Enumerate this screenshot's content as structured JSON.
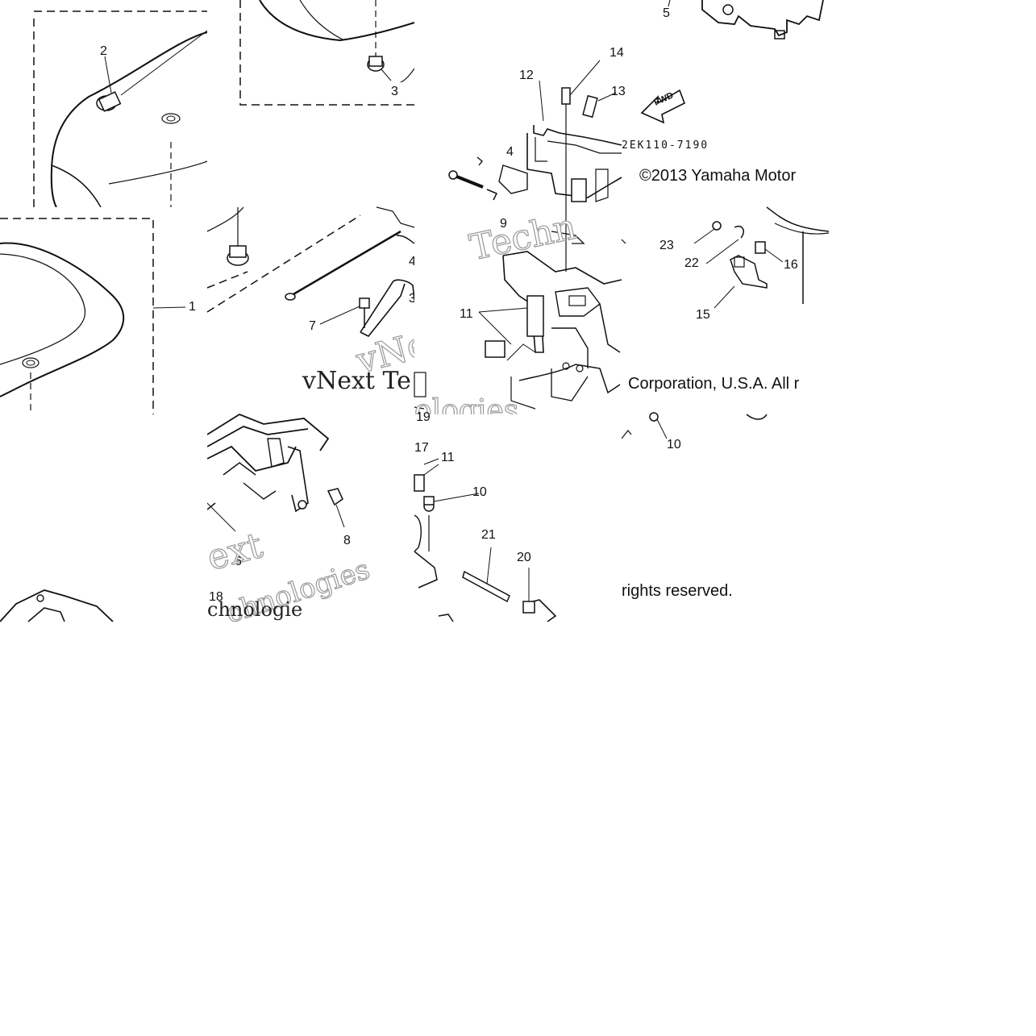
{
  "diagram": {
    "callouts": [
      {
        "label": "2"
      },
      {
        "label": "3"
      },
      {
        "label": "5"
      },
      {
        "label": "14"
      },
      {
        "label": "12"
      },
      {
        "label": "13"
      },
      {
        "label": "4"
      },
      {
        "label": "9"
      },
      {
        "label": "11"
      },
      {
        "label": "1"
      },
      {
        "label": "7"
      },
      {
        "label": "4"
      },
      {
        "label": "3"
      },
      {
        "label": "23"
      },
      {
        "label": "22"
      },
      {
        "label": "16"
      },
      {
        "label": "15"
      },
      {
        "label": "10"
      },
      {
        "label": "8"
      },
      {
        "label": "6"
      },
      {
        "label": "18"
      },
      {
        "label": "17"
      },
      {
        "label": "11"
      },
      {
        "label": "10"
      },
      {
        "label": "21"
      },
      {
        "label": "20"
      },
      {
        "label": "19"
      }
    ],
    "fwd_label": "FWD",
    "part_code": "2EK110-7190",
    "copyright": {
      "line1": "©2013 Yamaha Motor",
      "line2": "Corporation, U.S.A. All r",
      "line3": "rights reserved."
    },
    "watermarks": {
      "serif_fragment": "vNext Te",
      "ne_fragment": "vNe",
      "logies_fragment": "ologies",
      "tech_fragment": "Techn",
      "ext_fragment": "ext",
      "chnologies_fragment": "chnologies",
      "chnologie_small": "chnologie"
    }
  }
}
